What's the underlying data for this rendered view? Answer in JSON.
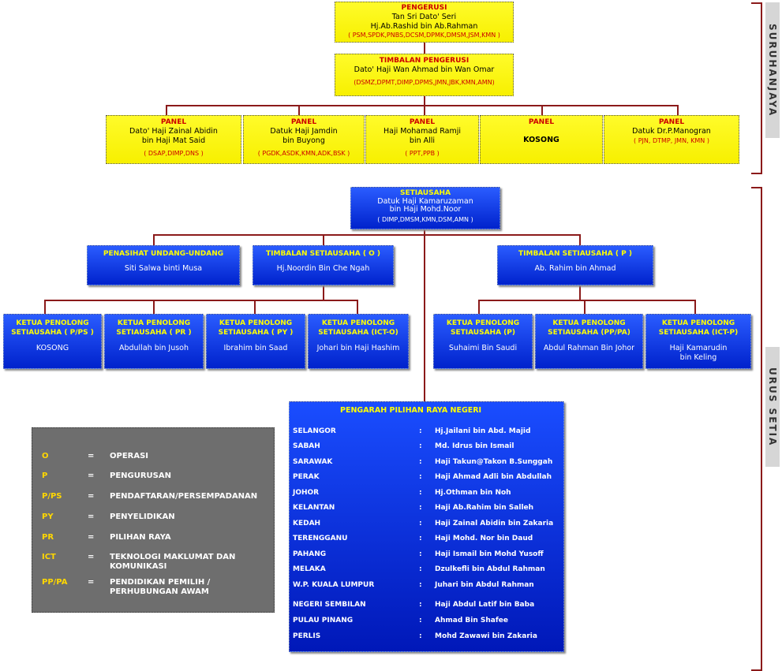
{
  "side": {
    "top": "SURUHANJAYA",
    "bottom": "URUS SETIA"
  },
  "chair": {
    "title": "PENGERUSI",
    "name1": "Tan Sri Dato' Seri",
    "name2": "Hj.Ab.Rashid bin Ab.Rahman",
    "awards": "( PSM,SPDK,PNBS,DCSM,DPMK,DMSM,JSM,KMN )"
  },
  "deputy": {
    "title": "TIMBALAN PENGERUSI",
    "name": "Dato' Haji Wan Ahmad bin Wan Omar",
    "awards": "(DSMZ,DPMT,DIMP,DPMS,JMN,JBK,KMN,AMN)"
  },
  "panels": [
    {
      "title": "PANEL",
      "name1": "Dato' Haji Zainal Abidin",
      "name2": "bin Haji Mat Said",
      "awards": "( DSAP,DIMP,DNS )"
    },
    {
      "title": "PANEL",
      "name1": "Datuk Haji Jamdin",
      "name2": "bin Buyong",
      "awards": "( PGDK,ASDK,KMN,ADK,BSK )"
    },
    {
      "title": "PANEL",
      "name1": "Haji Mohamad Ramji",
      "name2": "bin Alli",
      "awards": "( PPT,PPB )"
    },
    {
      "title": "PANEL",
      "name1": "KOSONG",
      "name2": "",
      "awards": ""
    },
    {
      "title": "PANEL",
      "name1": "Datuk Dr.P.Manogran",
      "name2": "",
      "awards": "( PJN, DTMP, JMN, KMN )"
    }
  ],
  "secretary": {
    "title": "SETIAUSAHA",
    "name1": "Datuk Haji Kamaruzaman",
    "name2": "bin Haji Mohd.Noor",
    "awards": "( DIMP,DMSM,KMN,DSM,AMN )"
  },
  "level2": [
    {
      "title": "PENASIHAT UNDANG-UNDANG",
      "name": "Siti Salwa binti Musa"
    },
    {
      "title": "TIMBALAN SETIAUSAHA ( O )",
      "name": "Hj.Noordin Bin Che Ngah"
    },
    {
      "title": "TIMBALAN SETIAUSAHA ( P )",
      "name": "Ab. Rahim bin Ahmad"
    }
  ],
  "assistants": [
    {
      "title1": "KETUA PENOLONG",
      "title2": "SETIAUSAHA ( P/PS )",
      "name1": "KOSONG",
      "name2": ""
    },
    {
      "title1": "KETUA PENOLONG",
      "title2": "SETIAUSAHA ( PR )",
      "name1": "Abdullah bin Jusoh",
      "name2": ""
    },
    {
      "title1": "KETUA PENOLONG",
      "title2": "SETIAUSAHA ( PY )",
      "name1": "Ibrahim bin Saad",
      "name2": ""
    },
    {
      "title1": "KETUA PENOLONG",
      "title2": "SETIAUSAHA (ICT-O)",
      "name1": "Johari bin Haji Hashim",
      "name2": ""
    },
    {
      "title1": "KETUA PENOLONG",
      "title2": "SETIAUSAHA (P)",
      "name1": "Suhaimi Bin Saudi",
      "name2": ""
    },
    {
      "title1": "KETUA PENOLONG",
      "title2": "SETIAUSAHA (PP/PA)",
      "name1": "Abdul Rahman Bin Johor",
      "name2": ""
    },
    {
      "title1": "KETUA PENOLONG",
      "title2": "SETIAUSAHA (ICT-P)",
      "name1": "Haji Kamarudin",
      "name2": "bin Keling"
    }
  ],
  "directors": {
    "title": "PENGARAH PILIHAN RAYA NEGERI",
    "rows": [
      {
        "state": "SELANGOR",
        "colon": ":",
        "name": "Hj.Jailani bin Abd. Majid"
      },
      {
        "state": "SABAH",
        "colon": ":",
        "name": "Md. Idrus bin Ismail"
      },
      {
        "state": "SARAWAK",
        "colon": ":",
        "name": "Haji Takun@Takon B.Sunggah"
      },
      {
        "state": "PERAK",
        "colon": ":",
        "name": "Haji Ahmad Adli bin Abdullah"
      },
      {
        "state": "JOHOR",
        "colon": ":",
        "name": "Hj.Othman bin Noh"
      },
      {
        "state": "KELANTAN",
        "colon": ":",
        "name": "Haji Ab.Rahim bin Salleh"
      },
      {
        "state": "KEDAH",
        "colon": ":",
        "name": "Haji Zainal Abidin bin Zakaria"
      },
      {
        "state": "TERENGGANU",
        "colon": ":",
        "name": "Haji Mohd. Nor bin Daud"
      },
      {
        "state": "PAHANG",
        "colon": ":",
        "name": "Haji Ismail bin Mohd Yusoff"
      },
      {
        "state": "MELAKA",
        "colon": ":",
        "name": "Dzulkefli bin Abdul Rahman"
      },
      {
        "state": "W.P. KUALA LUMPUR",
        "colon": ":",
        "name": "Juhari bin Abdul Rahman"
      },
      {
        "state": "NEGERI SEMBILAN",
        "colon": ":",
        "name": "Haji Abdul Latif bin Baba"
      },
      {
        "state": "PULAU PINANG",
        "colon": ":",
        "name": "Ahmad Bin Shafee"
      },
      {
        "state": "PERLIS",
        "colon": ":",
        "name": "Mohd Zawawi bin  Zakaria"
      }
    ]
  },
  "legend": [
    {
      "abbr": "O",
      "eq": "=",
      "def": "OPERASI"
    },
    {
      "abbr": "P",
      "eq": "=",
      "def": "PENGURUSAN"
    },
    {
      "abbr": "P/PS",
      "eq": "=",
      "def": "PENDAFTARAN/PERSEMPADANAN"
    },
    {
      "abbr": "PY",
      "eq": "=",
      "def": "PENYELIDIKAN"
    },
    {
      "abbr": "PR",
      "eq": "=",
      "def": "PILIHAN RAYA"
    },
    {
      "abbr": "ICT",
      "eq": "=",
      "def": "TEKNOLOGI MAKLUMAT DAN KOMUNIKASI"
    },
    {
      "abbr": "PP/PA",
      "eq": "=",
      "def": "PENDIDIKAN PEMILIH / PERHUBUNGAN AWAM"
    }
  ],
  "colors": {
    "yellow_box": "#fffb2a",
    "blue_box": "#0033ee",
    "connector": "#8b1a1a",
    "legend_bg": "#6e6e6e"
  }
}
